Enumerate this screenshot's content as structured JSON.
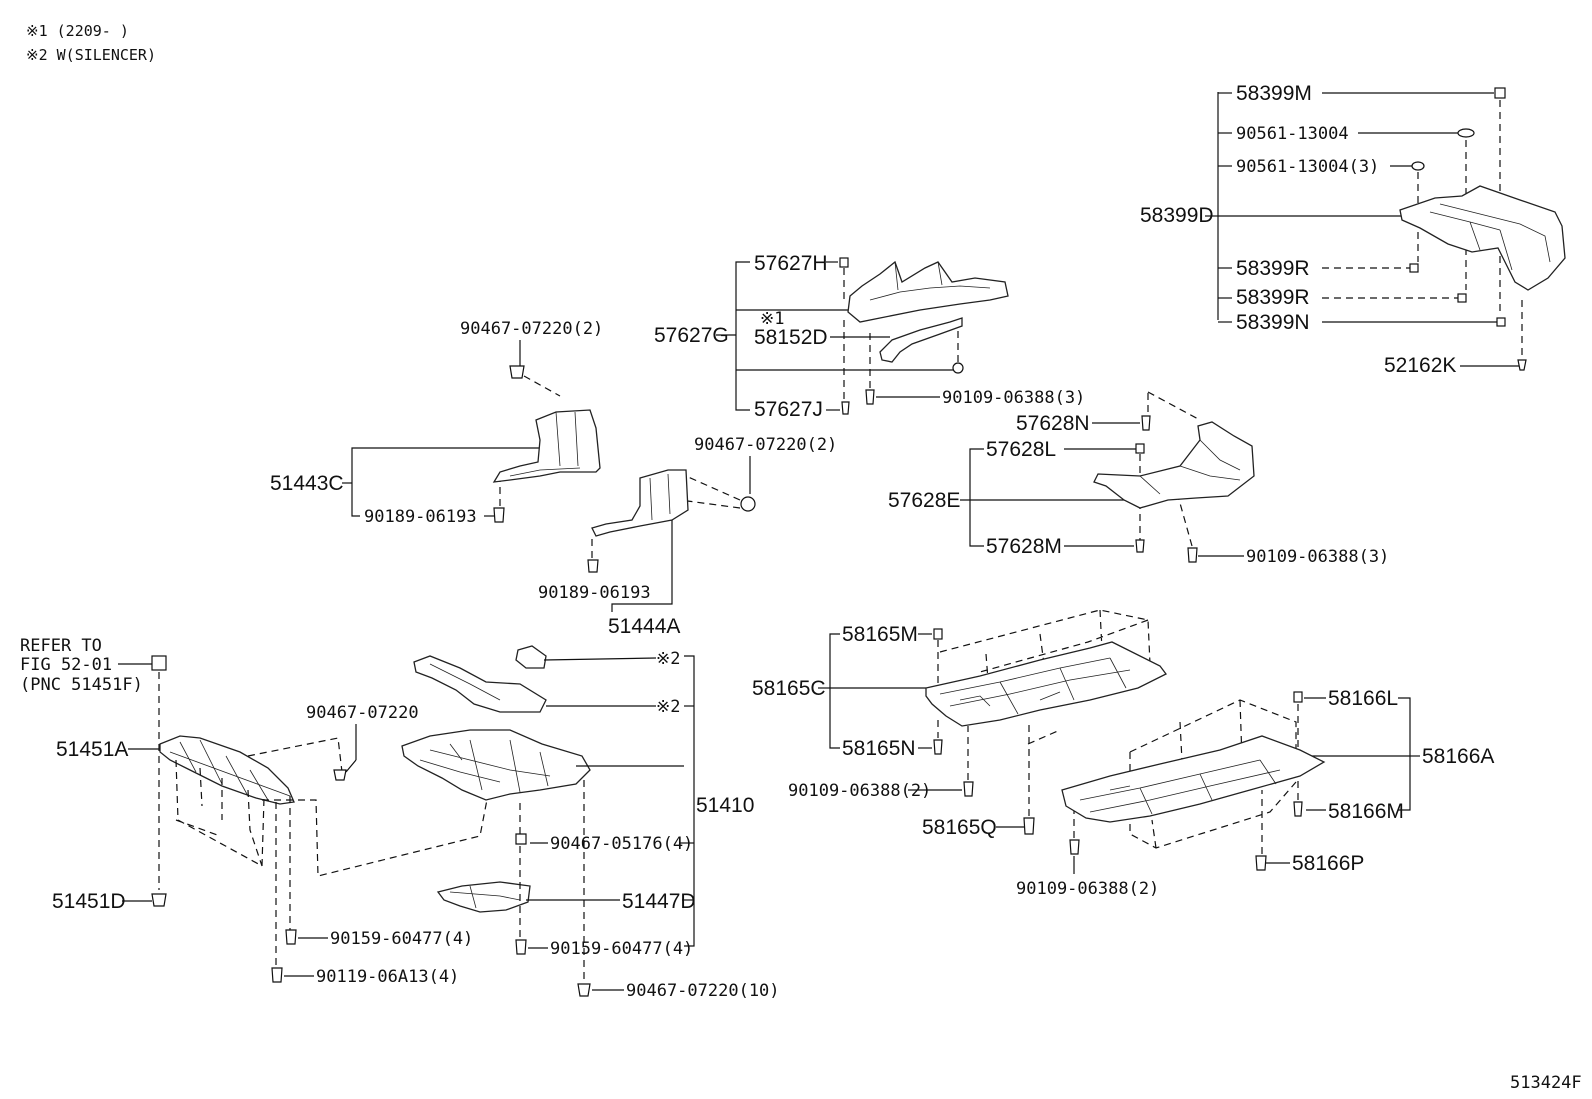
{
  "notes": {
    "note1": "※1 (2209-      )",
    "note2": "※2 W(SILENCER)"
  },
  "figure_id": "513424F",
  "refer": {
    "line1": "REFER TO",
    "line2": "FIG 52-01",
    "line3": "(PNC 51451F)"
  },
  "parts": {
    "p58399M": "58399M",
    "p90561_13004": "90561-13004",
    "p90561_13004_3": "90561-13004(3)",
    "p58399D": "58399D",
    "p58399R_a": "58399R",
    "p58399R_b": "58399R",
    "p58399N": "58399N",
    "p52162K": "52162K",
    "p57627H": "57627H",
    "p57627G": "57627G",
    "mark1": "※1",
    "p58152D": "58152D",
    "p57627J": "57627J",
    "p90109_06388_3_a": "90109-06388(3)",
    "p90467_07220_2_a": "90467-07220(2)",
    "p51443C": "51443C",
    "p90189_06193_a": "90189-06193",
    "p90467_07220_2_b": "90467-07220(2)",
    "p90189_06193_b": "90189-06193",
    "p51444A": "51444A",
    "p57628N": "57628N",
    "p57628L": "57628L",
    "p57628E": "57628E",
    "p57628M": "57628M",
    "p90109_06388_3_b": "90109-06388(3)",
    "p58165M": "58165M",
    "p58165C": "58165C",
    "p58165N": "58165N",
    "p90109_06388_2_a": "90109-06388(2)",
    "p58165Q": "58165Q",
    "p58166L": "58166L",
    "p58166A": "58166A",
    "p58166M": "58166M",
    "p58166P": "58166P",
    "p90109_06388_2_b": "90109-06388(2)",
    "mark2_a": "※2",
    "mark2_b": "※2",
    "p90467_07220": "90467-07220",
    "p51451A": "51451A",
    "p51410": "51410",
    "p90467_05176_4": "90467-05176(4)",
    "p51447D": "51447D",
    "p51451D": "51451D",
    "p90159_60477_4_a": "90159-60477(4)",
    "p90159_60477_4_b": "90159-60477(4)",
    "p90119_06A13_4": "90119-06A13(4)",
    "p90467_07220_10": "90467-07220(10)"
  }
}
